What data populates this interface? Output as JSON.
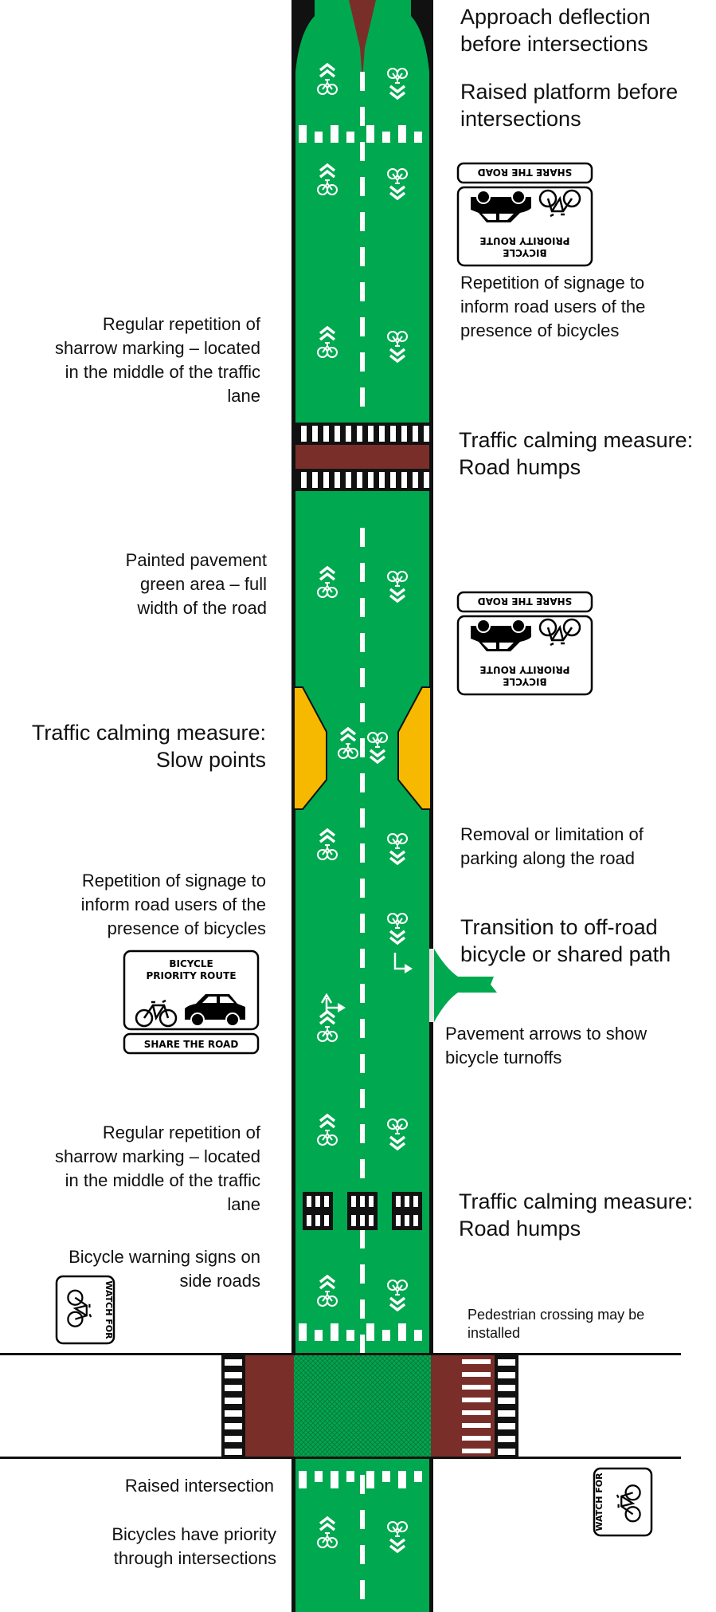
{
  "labels": {
    "approach_deflection": "Approach deflection\nbefore intersections",
    "raised_platform": "Raised platform before\nintersections",
    "signage_repetition_top": "Repetition of signage to\ninform road users of the\npresence of bicycles",
    "sharrow_repetition_top": "Regular repetition of\nsharrow marking – located\nin the middle of the traffic\nlane",
    "road_humps_top": "Traffic calming measure:\nRoad humps",
    "painted_green": "Painted pavement\ngreen area – full\nwidth of the road",
    "slow_points": "Traffic calming measure:\nSlow points",
    "parking_removal": "Removal or limitation of\nparking along the road",
    "signage_repetition_mid": "Repetition of signage to\ninform road users of the\npresence of bicycles",
    "transition_offroad": "Transition to off-road\nbicycle or shared path",
    "pavement_arrows": "Pavement arrows to show\nbicycle turnoffs",
    "sharrow_repetition_low": "Regular repetition of\nsharrow marking – located\nin the middle of the traffic\nlane",
    "road_humps_low": "Traffic calming measure:\nRoad humps",
    "warning_signs": "Bicycle warning signs on\nside roads",
    "ped_crossing": "Pedestrian crossing may be\ninstalled",
    "raised_intersection": "Raised intersection",
    "bicycle_priority": "Bicycles have priority\nthrough intersections"
  },
  "signs": {
    "route_line1": "BICYCLE",
    "route_line2": "PRIORITY ROUTE",
    "share": "SHARE THE ROAD",
    "watch_for": "WATCH FOR"
  },
  "colors": {
    "road_green": "#00a84f",
    "road_edge": "#111111",
    "hump_brown": "#7a2e2a",
    "slow_point_yellow": "#f7b800",
    "marking": "#ffffff"
  }
}
